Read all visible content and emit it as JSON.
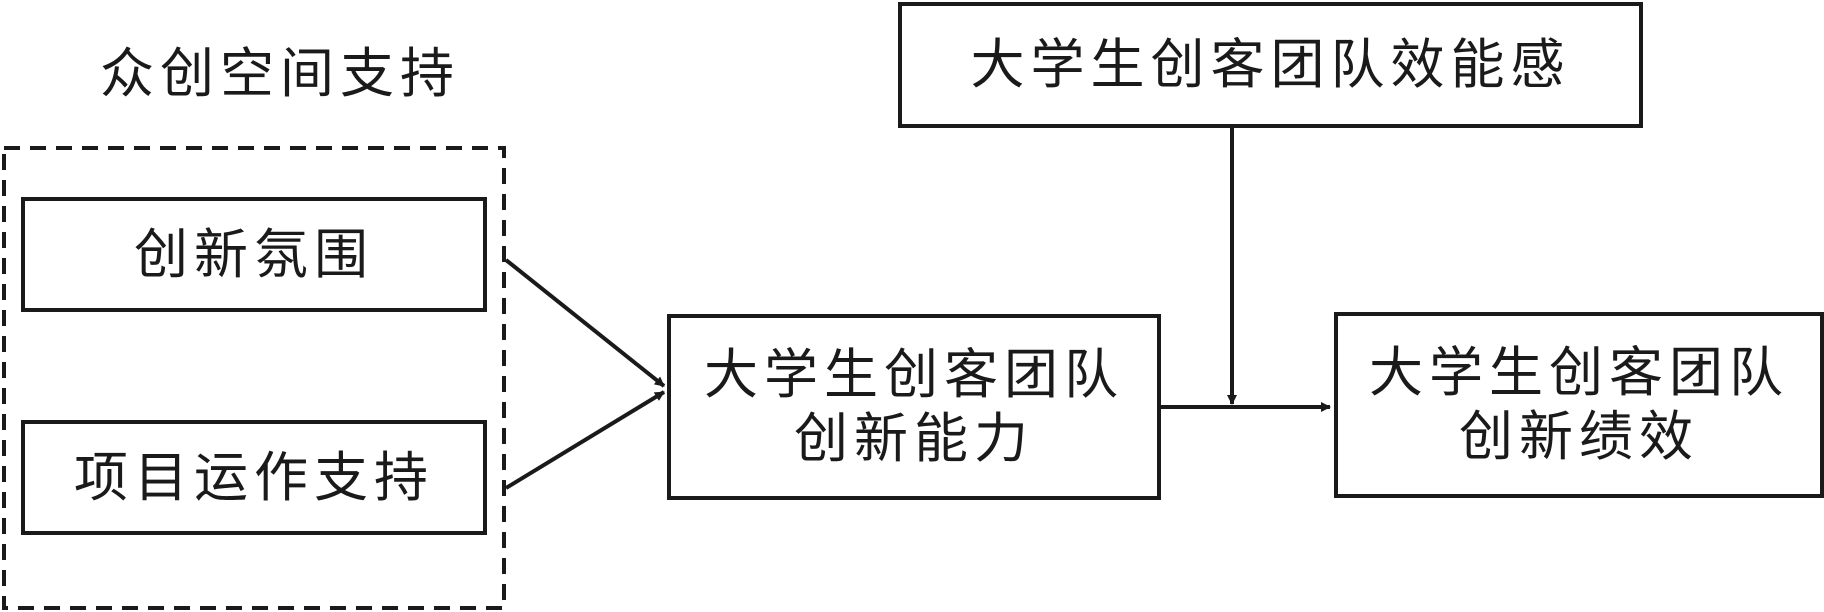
{
  "group": {
    "title": "众创空间支持"
  },
  "nodes": {
    "innovation_atmosphere": "创新氛围",
    "project_support": "项目运作支持",
    "innovation_ability": [
      "大学生创客团队",
      "创新能力"
    ],
    "team_efficacy": "大学生创客团队效能感",
    "innovation_performance": [
      "大学生创客团队",
      "创新绩效"
    ]
  },
  "colors": {
    "stroke": "#1a1a1a",
    "background": "#ffffff"
  }
}
